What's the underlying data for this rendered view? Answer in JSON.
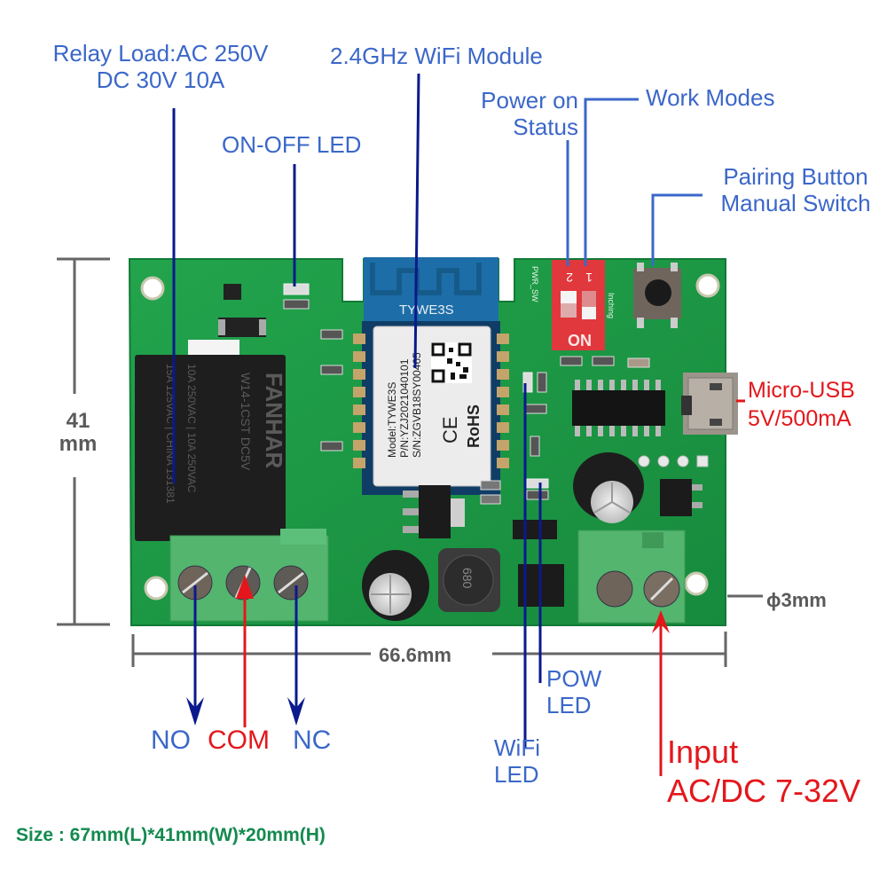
{
  "title": "WiFi Relay Module Wiring Diagram",
  "callouts": {
    "relay_load_line1": "Relay Load:AC 250V",
    "relay_load_line2": "DC 30V 10A",
    "wifi_module": "2.4GHz WiFi Module",
    "on_off_led": "ON-OFF LED",
    "power_on_status_line1": "Power on",
    "power_on_status_line2": "Status",
    "work_modes": "Work Modes",
    "pairing_button_line1": "Pairing Button",
    "pairing_button_line2": "Manual Switch",
    "micro_usb_line1": "Micro-USB",
    "micro_usb_line2": "5V/500mA",
    "hole_diameter": "ϕ3mm",
    "pow_led_line1": "POW",
    "pow_led_line2": "LED",
    "wifi_led_line1": "WiFi",
    "wifi_led_line2": "LED",
    "input_line1": "Input",
    "input_line2": "AC/DC 7-32V",
    "terminal_no": "NO",
    "terminal_com": "COM",
    "terminal_nc": "NC"
  },
  "dimensions": {
    "height_value": "41",
    "height_unit": "mm",
    "width": "66.6mm",
    "size_spec": "Size : 67mm(L)*41mm(W)*20mm(H)"
  },
  "board_markings": {
    "module_antenna": "TYWE3S",
    "module_model": "Model:TYWE3S",
    "module_pn": "P/N:YZJ2021040101",
    "module_sn": "S/N:ZGVB18SY00465",
    "module_ce": "CE",
    "module_rohs": "RoHS",
    "relay_brand": "FANHAR",
    "relay_model": "W14-1CST  DC5V",
    "relay_rating1": "10A 250VAC | 10A 250VAC",
    "relay_rating2": "15A 125VAC | CHINA 131381",
    "dip_on": "ON",
    "dip_1": "1",
    "dip_2": "2",
    "pwr_sw": "PWR_SW",
    "inching": "Inching",
    "inductor": "680"
  },
  "colors": {
    "callout_blue": "#3b67c9",
    "leader_navy": "#0a1a8c",
    "accent_red": "#e3171b",
    "pcb_green": "#1e9b45",
    "terminal_green": "#4cb86a",
    "size_green": "#138a4f",
    "dim_gray": "#5a5a5a"
  }
}
